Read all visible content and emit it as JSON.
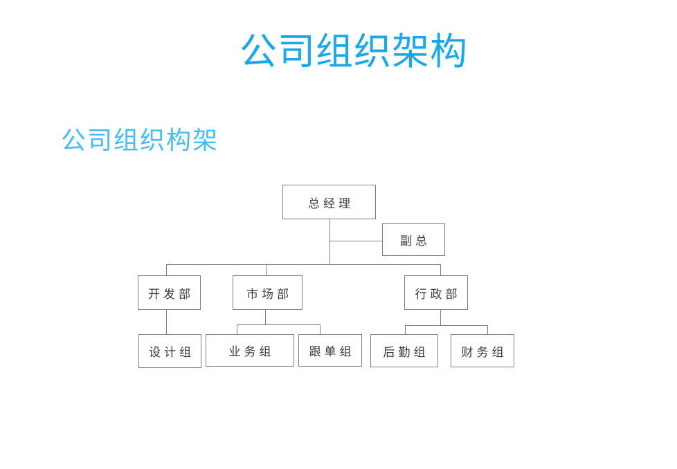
{
  "title": "公司组织架构",
  "subtitle": "公司组织构架",
  "colors": {
    "title": "#1ba8e9",
    "subtitle": "#45bdf2",
    "line": "#7e7e7e",
    "text": "#3a3a3a",
    "bg": "#ffffff"
  },
  "org": {
    "root": {
      "label": "总经理",
      "assistant": "副总",
      "children": [
        {
          "label": "开发部",
          "children": [
            {
              "label": "设计组"
            }
          ]
        },
        {
          "label": "市场部",
          "children": [
            {
              "label": "业务组"
            },
            {
              "label": "跟单组"
            }
          ]
        },
        {
          "label": "行政部",
          "children": [
            {
              "label": "后勤组"
            },
            {
              "label": "财务组"
            }
          ]
        }
      ]
    }
  }
}
